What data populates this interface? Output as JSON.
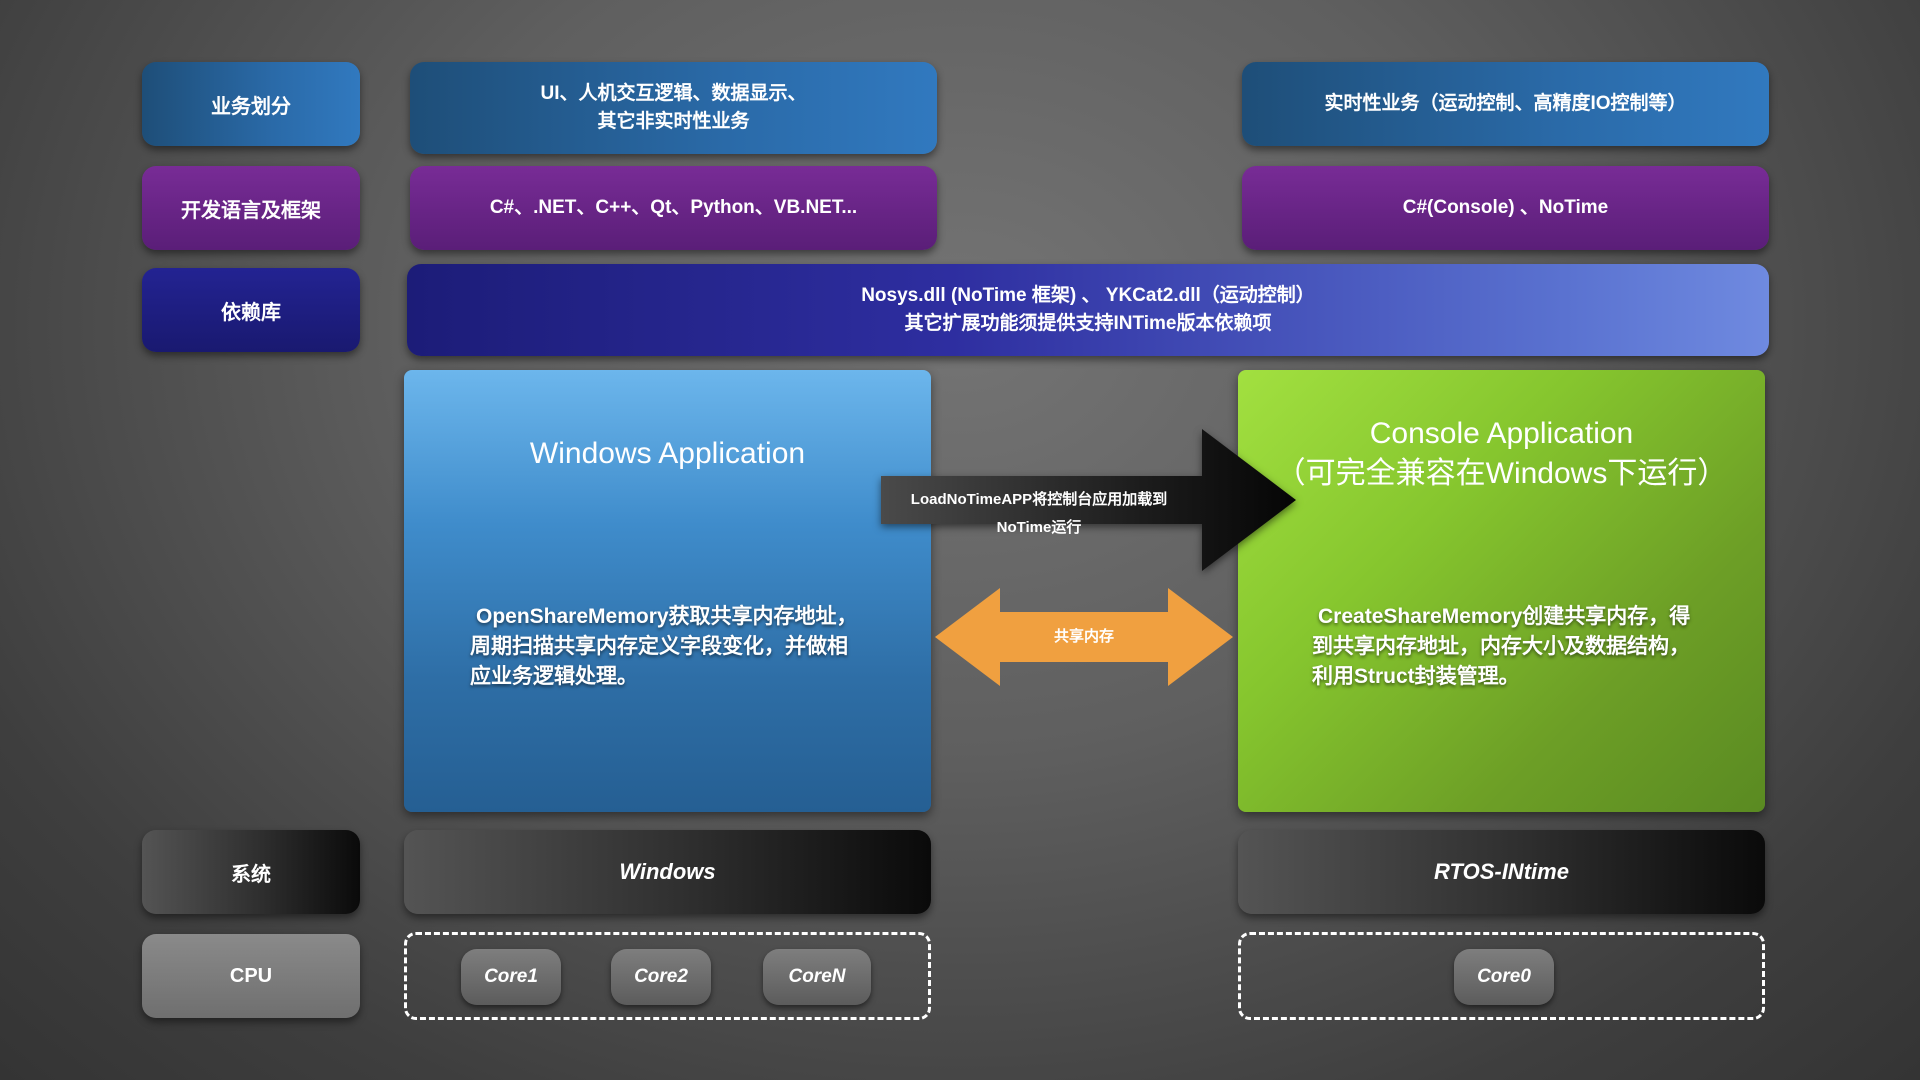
{
  "rows": {
    "business": {
      "label": "业务划分",
      "windows_lines": [
        "UI、人机交互逻辑、数据显示、",
        "其它非实时性业务"
      ],
      "realtime": "实时性业务（运动控制、高精度IO控制等）"
    },
    "language": {
      "label": "开发语言及框架",
      "windows": "C#、.NET、C++、Qt、Python、VB.NET...",
      "realtime": "C#(Console) 、NoTime"
    },
    "dependency": {
      "label": "依赖库",
      "lines": [
        "Nosys.dll (NoTime 框架) 、 YKCat2.dll（运动控制）",
        "其它扩展功能须提供支持INTime版本依赖项"
      ]
    },
    "system": {
      "label": "系统",
      "windows": "Windows",
      "realtime": "RTOS-INtime"
    },
    "cpu": {
      "label": "CPU",
      "windows_cores": [
        "Core1",
        "Core2",
        "CoreN"
      ],
      "realtime_cores": [
        "Core0"
      ]
    }
  },
  "windows_app": {
    "title": "Windows Application",
    "description_lines": [
      "OpenShareMemory获取共享内存地址，",
      "周期扫描共享内存定义字段变化，并做相",
      "应业务逻辑处理。"
    ]
  },
  "console_app": {
    "title_lines": [
      "Console Application",
      "（可完全兼容在Windows下运行）"
    ],
    "description_lines": [
      "CreateShareMemory创建共享内存，得",
      "到共享内存地址，内存大小及数据结构，",
      "利用Struct封装管理。"
    ]
  },
  "arrows": {
    "load": "LoadNoTimeAPP将控制台应用加载到NoTime运行",
    "shared_memory": "共享内存"
  },
  "colors": {
    "business": "#2a6aa8",
    "language": "#6a2488",
    "dependency": "#2e2ea0",
    "windows_app": "#3f8ccb",
    "console_app": "#86c62e",
    "shared_memory_arrow": "#f0a040",
    "load_arrow": "#111111"
  }
}
